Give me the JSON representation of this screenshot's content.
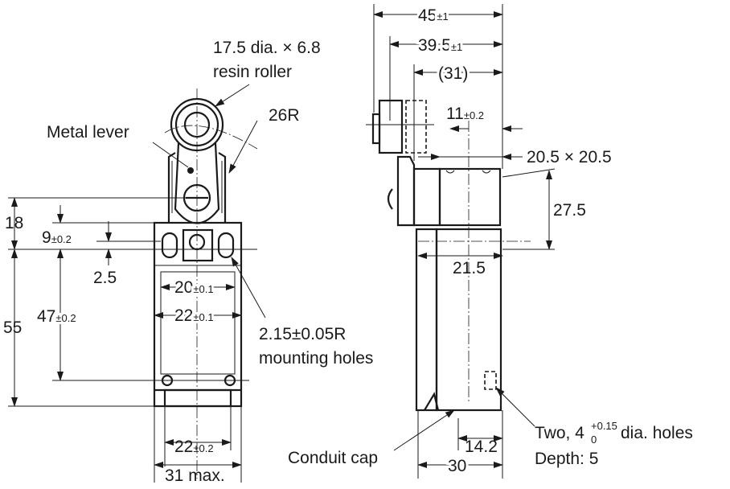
{
  "front_view": {
    "roller_label": "17.5 dia. × 6.8",
    "roller_label2": "resin roller",
    "lever_label": "Metal lever",
    "radius_label": "26R",
    "dim_18": "18",
    "dim_9": "9",
    "dim_9_tol": "±0.2",
    "dim_2_5": "2.5",
    "dim_55": "55",
    "dim_47": "47",
    "dim_47_tol": "±0.2",
    "dim_20": "20",
    "dim_20_tol": "±0.1",
    "dim_22": "22",
    "dim_22_tol": "±0.1",
    "holes_label": "2.15±0.05R",
    "holes_label2": "mounting holes",
    "dim_22b": "22",
    "dim_22b_tol": "±0.2",
    "dim_31max": "31 max."
  },
  "side_view": {
    "dim_45": "45",
    "dim_45_tol": "±1",
    "dim_39_5": "39.5",
    "dim_39_5_tol": "±1",
    "dim_31": "(31)",
    "dim_11": "11",
    "dim_11_tol": "±0.2",
    "dim_square": "20.5 × 20.5",
    "dim_27_5": "27.5",
    "dim_21_5": "21.5",
    "conduit_label": "Conduit cap",
    "dim_30": "30",
    "dim_14_2": "14.2",
    "holes_label_pre": "Two, 4",
    "holes_tol_upper": "+0.15",
    "holes_tol_lower": "0",
    "holes_label_post": " dia. holes",
    "depth_label": "Depth: 5"
  }
}
